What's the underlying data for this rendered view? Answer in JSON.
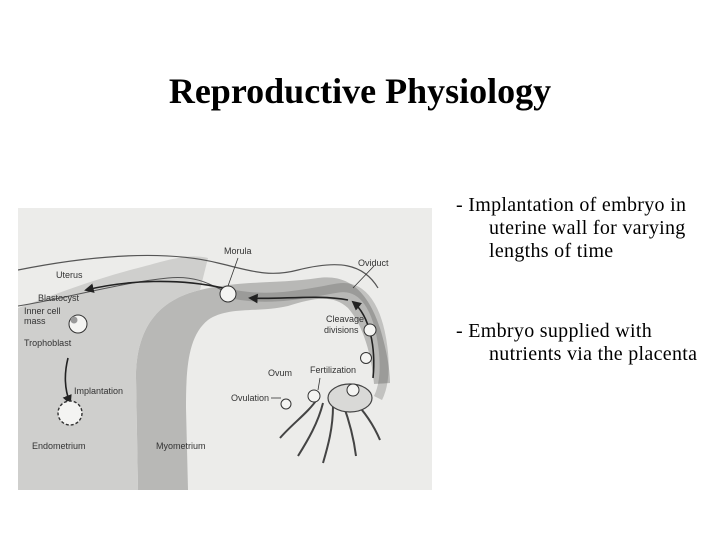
{
  "slide": {
    "title": "Reproductive Physiology"
  },
  "bullets": [
    "- Implantation of embryo in uterine wall for varying lengths of time",
    "- Embryo supplied with nutrients via the placenta"
  ],
  "diagram": {
    "labels": {
      "morula": "Morula",
      "oviduct": "Oviduct",
      "uterus": "Uterus",
      "blastocyst": "Blastocyst",
      "inner_cell": "Inner cell",
      "mass": "mass",
      "trophoblast": "Trophoblast",
      "cleavage": "Cleavage",
      "divisions": "divisions",
      "fertilization": "Fertilization",
      "ovum": "Ovum",
      "ovulation": "Ovulation",
      "implantation": "Implantation",
      "endometrium": "Endometrium",
      "myometrium": "Myometrium"
    }
  }
}
